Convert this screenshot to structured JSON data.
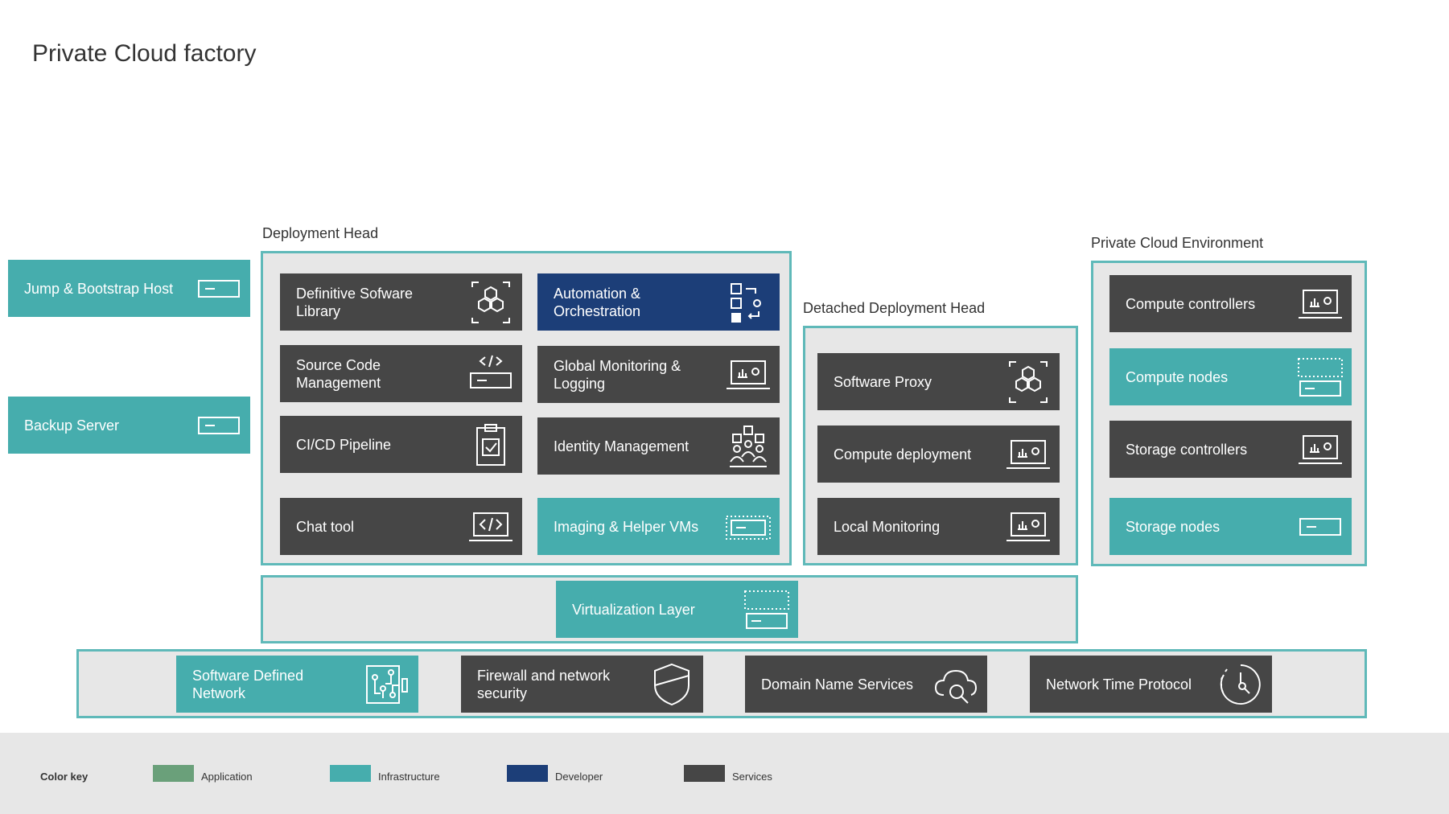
{
  "title": "Private Cloud factory",
  "groups": {
    "deployment_head": "Deployment Head",
    "detached_deployment_head": "Detached Deployment Head",
    "private_cloud_environment": "Private Cloud Environment"
  },
  "standalone": {
    "jump_bootstrap": "Jump & Bootstrap Host",
    "backup_server": "Backup Server"
  },
  "deployment_head": {
    "definitive_software_library": "Definitive Sofware Library",
    "automation_orchestration": "Automation & Orchestration",
    "source_code_management": "Source Code Management",
    "global_monitoring": "Global Monitoring & Logging",
    "cicd_pipeline": "CI/CD Pipeline",
    "identity_management": "Identity Management",
    "chat_tool": "Chat tool",
    "imaging_helper_vms": "Imaging & Helper VMs"
  },
  "detached": {
    "software_proxy": "Software Proxy",
    "compute_deployment": "Compute deployment",
    "local_monitoring": "Local Monitoring"
  },
  "private_cloud": {
    "compute_controllers": "Compute controllers",
    "compute_nodes": "Compute nodes",
    "storage_controllers": "Storage controllers",
    "storage_nodes": "Storage nodes"
  },
  "virtualization_layer": "Virtualization Layer",
  "network": {
    "sdn": "Software Defined Network",
    "firewall": "Firewall and network security",
    "dns": "Domain Name Services",
    "ntp": "Network Time Protocol"
  },
  "legend": {
    "title": "Color key",
    "items": [
      {
        "label": "Application",
        "color": "#6aa07a"
      },
      {
        "label": "Infrastructure",
        "color": "#46adad"
      },
      {
        "label": "Developer",
        "color": "#1c3e78"
      },
      {
        "label": "Services",
        "color": "#464646"
      }
    ]
  },
  "colors": {
    "services": "#464646",
    "infrastructure": "#46adad",
    "developer": "#1c3e78",
    "group_border": "#5fb9b9",
    "group_fill": "#e7e7e7"
  },
  "icons": {
    "server": "server-icon",
    "hexagons": "hexagons-icon",
    "automation": "automation-icon",
    "code_server": "code-server-icon",
    "monitoring_laptop": "monitoring-laptop-icon",
    "clipboard": "clipboard-check-icon",
    "people": "people-group-icon",
    "code_laptop": "code-laptop-icon",
    "vm": "virtual-machine-icon",
    "circuit": "circuit-icon",
    "shield": "shield-icon",
    "cloud_search": "cloud-search-icon",
    "clock": "clock-icon"
  }
}
